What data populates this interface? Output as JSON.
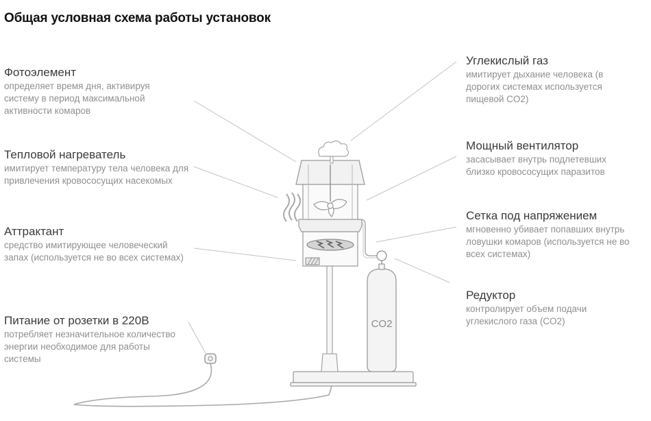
{
  "title": "Общая условная схема работы установок",
  "callouts": {
    "photo": {
      "title": "Фотоэлемент",
      "text": "определяет время дня, активируя систему в период максимальной активности комаров"
    },
    "heater": {
      "title": "Тепловой нагреватель",
      "text": "имитирует температуру тела человека для привлечения кровососущих насекомых"
    },
    "attractant": {
      "title": "Аттрактант",
      "text": "средство имитирующее человеческий запах (используется не во всех системах)"
    },
    "power": {
      "title": "Питание от розетки в 220В",
      "text": "потребляет незначительное количество энергии необходимое для работы системы"
    },
    "co2": {
      "title": "Углекислый газ",
      "text": "имитирует дыхание человека (в дорогих системах используется пищевой CO2)"
    },
    "fan": {
      "title": "Мощный вентилятор",
      "text": "засасывает внутрь подлетевших близко кровососущих паразитов"
    },
    "grid": {
      "title": "Сетка под напряжением",
      "text": "мгновенно убивает попавших внутрь ловушки комаров (используется не во всех системах)"
    },
    "reducer": {
      "title": "Редуктор",
      "text": "контролирует объем подачи углекислого газа (CO2)"
    }
  },
  "cylinder_label": "CO2",
  "colors": {
    "line": "#b9b9b9",
    "heading": "#3a3a3a",
    "description": "#8f8f8f",
    "title": "#111111",
    "stroke": "#9a9a9a",
    "fill": "#f2f2f2"
  }
}
